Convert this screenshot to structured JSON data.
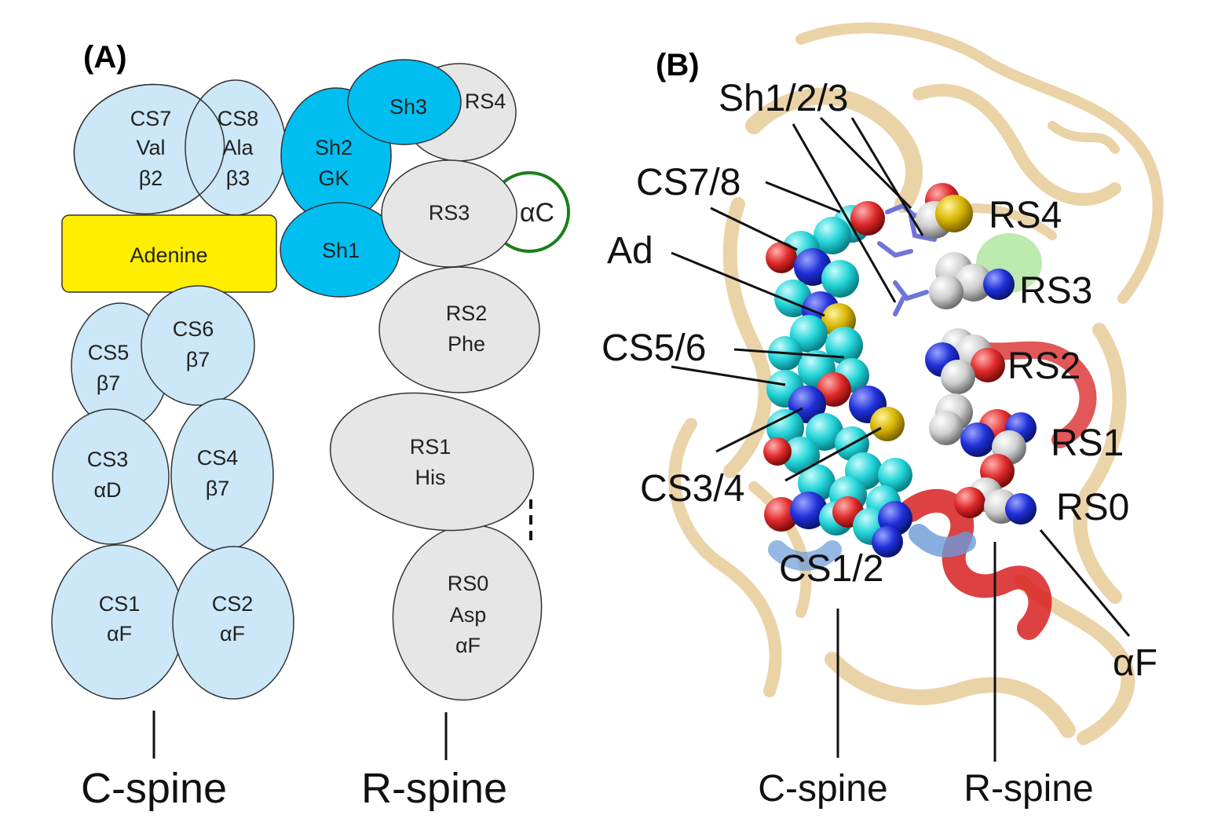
{
  "colors": {
    "c_spine_fill": "#cce8f8",
    "shell_fill": "#00bff0",
    "r_spine_fill": "#e6e6e6",
    "adenine_fill": "#ffee00",
    "alpha_c_ring": "#1a7f1a",
    "protein_ribbon": "#e8cc9a",
    "carbon_cyan": "#22d4d8",
    "oxygen_red": "#e02a2a",
    "nitrogen_blue": "#1f2fd8",
    "sulfur_yellow": "#d8b400",
    "carbon_grey": "#cfcfcf",
    "helix_red": "#d82020",
    "helix_blue": "#6a9ad8"
  },
  "panel_a": {
    "label": "(A)",
    "c_spine": {
      "cs7": [
        "CS7",
        "Val",
        "β2"
      ],
      "cs8": [
        "CS8",
        "Ala",
        "β3"
      ],
      "adenine": "Adenine",
      "cs5": [
        "CS5",
        "β7"
      ],
      "cs6": [
        "CS6",
        "β7"
      ],
      "cs3": [
        "CS3",
        "αD"
      ],
      "cs4": [
        "CS4",
        "β7"
      ],
      "cs1": [
        "CS1",
        "αF"
      ],
      "cs2": [
        "CS2",
        "αF"
      ]
    },
    "shell": {
      "sh3": "Sh3",
      "sh2": [
        "Sh2",
        "GK"
      ],
      "sh1": "Sh1"
    },
    "r_spine": {
      "rs4": "RS4",
      "rs3": "RS3",
      "alpha_c": "αC",
      "rs2": [
        "RS2",
        "Phe"
      ],
      "rs1": [
        "RS1",
        "His"
      ],
      "rs0": [
        "RS0",
        "Asp",
        "αF"
      ]
    },
    "c_spine_label": "C-spine",
    "r_spine_label": "R-spine"
  },
  "panel_b": {
    "label": "(B)",
    "labels": {
      "sh123": "Sh1/2/3",
      "cs78": "CS7/8",
      "ad": "Ad",
      "cs56": "CS5/6",
      "cs34": "CS3/4",
      "cs12": "CS1/2",
      "rs4": "RS4",
      "rs3": "RS3",
      "rs2": "RS2",
      "rs1": "RS1",
      "rs0": "RS0",
      "alpha_f": "αF"
    },
    "c_spine_label": "C-spine",
    "r_spine_label": "R-spine"
  }
}
